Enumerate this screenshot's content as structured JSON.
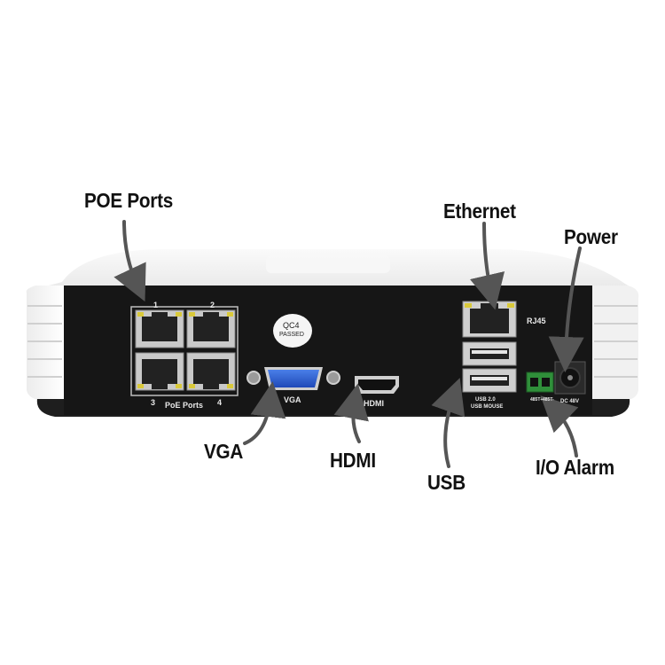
{
  "callouts": {
    "poe_ports": "POE Ports",
    "ethernet": "Ethernet",
    "power": "Power",
    "vga": "VGA",
    "hdmi": "HDMI",
    "usb": "USB",
    "io_alarm": "I/O Alarm"
  },
  "panel_labels": {
    "port_1": "1",
    "port_2": "2",
    "port_3": "3",
    "port_4": "4",
    "poe_ports": "PoE Ports",
    "qc_line1": "QC4",
    "qc_line2": "PASSED",
    "vga": "VGA",
    "hdmi": "HDMI",
    "rj45": "RJ45",
    "usb_line1": "USB 2.0",
    "usb_line2": "USB MOUSE",
    "rs485_a": "485T+",
    "rs485_b": "485T-",
    "dc": "DC 48V"
  },
  "colors": {
    "panel": "#161616",
    "chassis": "#f4f4f4",
    "vga_port": "#2b5fd6",
    "leds": "#d9c93a",
    "terminal": "#2f8f3a",
    "arrow": "#555555"
  }
}
